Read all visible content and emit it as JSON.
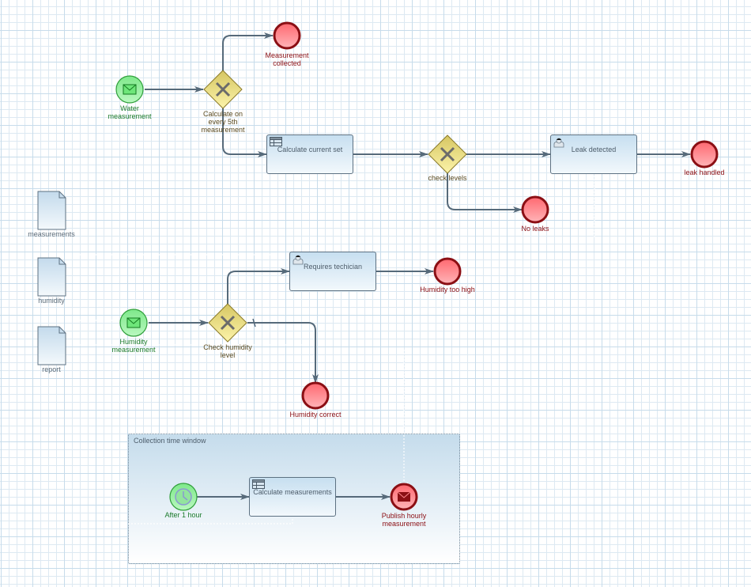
{
  "diagram": {
    "type": "BPMN process",
    "events": {
      "water_measurement": {
        "label": "Water\nmeasurement",
        "kind": "message-start"
      },
      "humidity_measurement": {
        "label": "Humidity\nmeasurement",
        "kind": "message-start"
      },
      "after_1_hour": {
        "label": "After 1 hour",
        "kind": "timer-start"
      },
      "measurement_collected": {
        "label": "Measurement\ncollected",
        "kind": "end"
      },
      "leak_handled": {
        "label": "leak handled",
        "kind": "end"
      },
      "no_leaks": {
        "label": "No leaks",
        "kind": "end"
      },
      "humidity_too_high": {
        "label": "Humidity too high",
        "kind": "end"
      },
      "humidity_correct": {
        "label": "Humidity correct",
        "kind": "end"
      },
      "publish_hourly": {
        "label": "Publish hourly\nmeasurement",
        "kind": "message-end"
      }
    },
    "gateways": {
      "calc_every_5th": {
        "label": "Calculate on\nevery 5th\nmeasurement",
        "kind": "exclusive"
      },
      "check_levels": {
        "label": "check levels",
        "kind": "exclusive"
      },
      "check_humidity": {
        "label": "Check humidity\nlevel",
        "kind": "exclusive"
      }
    },
    "tasks": {
      "calc_current_set": {
        "label": "Calculate current set",
        "icon": "business-rule-icon"
      },
      "leak_detected": {
        "label": "Leak detected",
        "icon": "user-task-icon"
      },
      "requires_technician": {
        "label": "Requires techician",
        "icon": "user-task-icon"
      },
      "calc_measurements": {
        "label": "Calculate measurements",
        "icon": "business-rule-icon"
      }
    },
    "data_objects": {
      "measurements": {
        "label": "measurements"
      },
      "humidity": {
        "label": "humidity"
      },
      "report": {
        "label": "report"
      }
    },
    "subprocess": {
      "label": "Collection time window"
    },
    "colors": {
      "start_fill": "#8ff09a",
      "start_stroke": "#2f9e3a",
      "end_fill": "#ff8a8f",
      "end_stroke": "#8b0f14",
      "gateway_fill": "#e8dc80",
      "gateway_stroke": "#8a7a2a",
      "flow": "#566a7a",
      "task_top": "#c7dff0",
      "task_bottom": "#f2f8fc"
    }
  }
}
